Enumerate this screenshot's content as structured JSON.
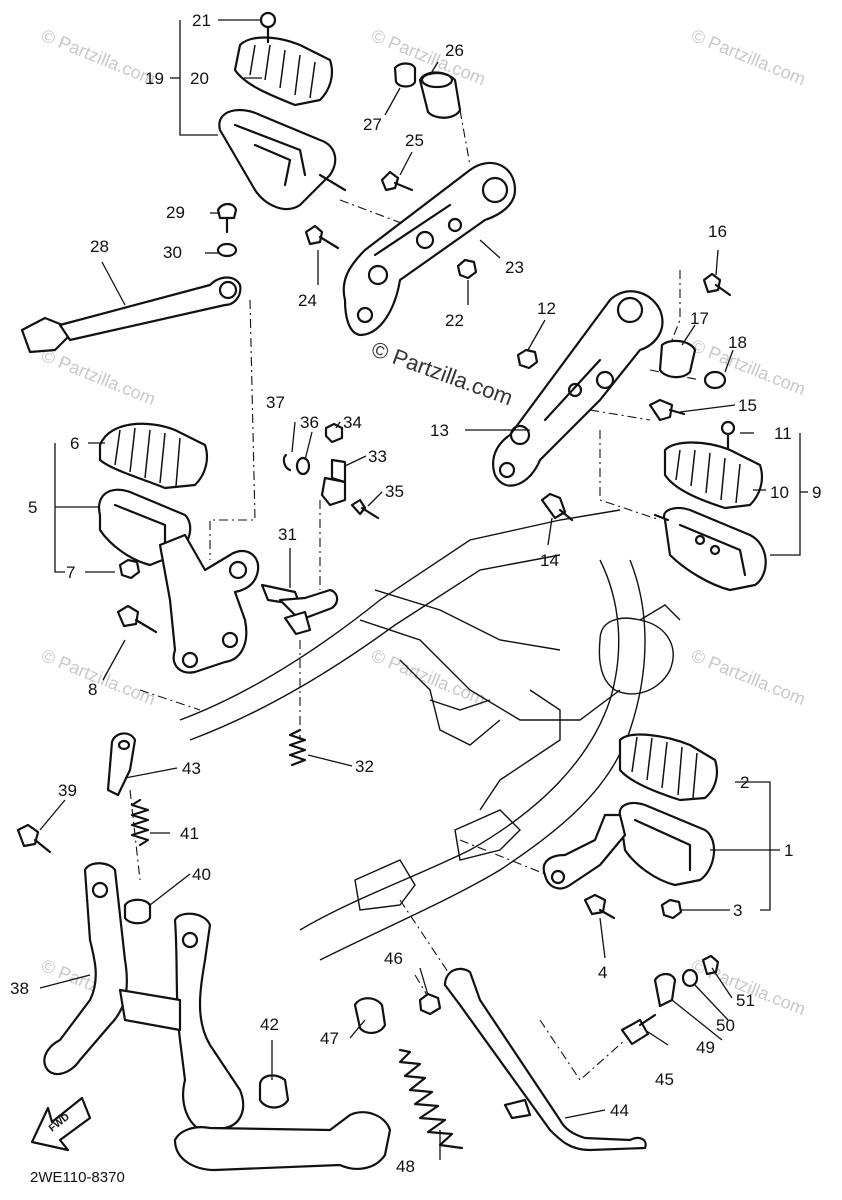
{
  "watermark_main": "© Partzilla.com",
  "watermark_tiles": [
    "© Partzilla.com",
    "© Partzilla.com",
    "© Partzilla.com",
    "© Partzilla.com",
    "© Partzilla.com",
    "© Partzilla.com",
    "© Partzilla.com",
    "© Partzilla.com",
    "© Partzilla.com",
    "© Partzilla.com"
  ],
  "diagram_code": "2WE110-8370",
  "fwd_label": "FWD",
  "callouts": [
    "1",
    "2",
    "3",
    "4",
    "5",
    "6",
    "7",
    "8",
    "9",
    "10",
    "11",
    "12",
    "13",
    "14",
    "15",
    "16",
    "17",
    "18",
    "19",
    "20",
    "21",
    "22",
    "23",
    "24",
    "25",
    "26",
    "27",
    "28",
    "29",
    "30",
    "31",
    "32",
    "33",
    "34",
    "35",
    "36",
    "37",
    "38",
    "39",
    "40",
    "41",
    "42",
    "43",
    "44",
    "45",
    "46",
    "47",
    "48",
    "49",
    "50",
    "51"
  ]
}
